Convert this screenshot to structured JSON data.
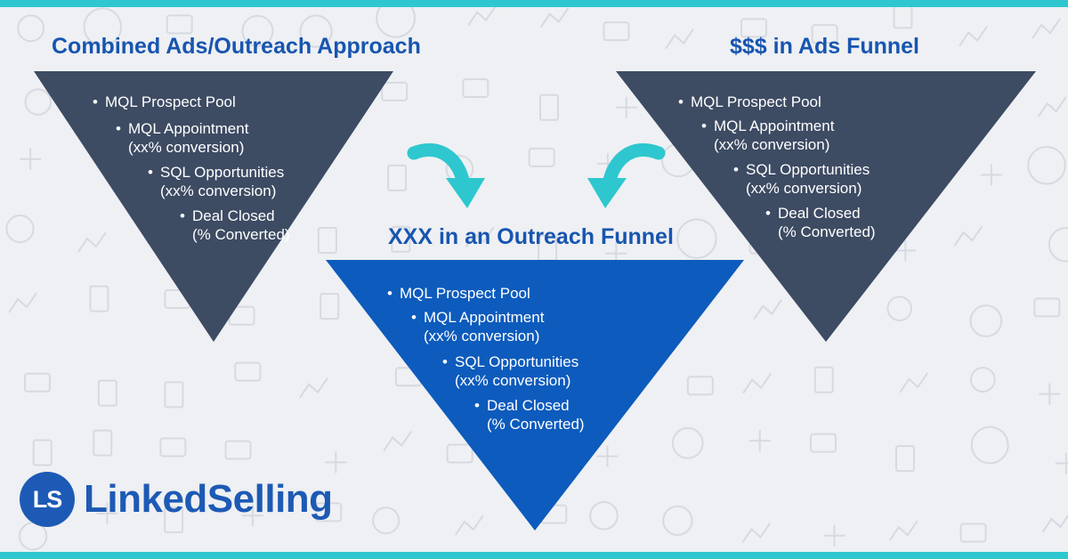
{
  "colors": {
    "background": "#eef0f3",
    "accent_teal": "#2ec7cf",
    "dark_funnel": "#3d4b63",
    "blue_funnel": "#0d5bbd",
    "title_blue": "#1755b0",
    "logo_blue": "#1d5ab5",
    "pattern": "#d6dae0"
  },
  "funnels": {
    "left": {
      "title": "Combined Ads/Outreach Approach",
      "items": [
        {
          "label": "MQL Prospect Pool",
          "sub": ""
        },
        {
          "label": "MQL Appointment",
          "sub": "(xx% conversion)"
        },
        {
          "label": "SQL Opportunities",
          "sub": "(xx% conversion)"
        },
        {
          "label": "Deal Closed",
          "sub": "(% Converted)"
        }
      ]
    },
    "right": {
      "title": "$$$ in Ads Funnel",
      "items": [
        {
          "label": "MQL Prospect Pool",
          "sub": ""
        },
        {
          "label": "MQL Appointment",
          "sub": "(xx% conversion)"
        },
        {
          "label": "SQL Opportunities",
          "sub": "(xx% conversion)"
        },
        {
          "label": "Deal Closed",
          "sub": "(% Converted)"
        }
      ]
    },
    "center": {
      "title": "XXX in an Outreach Funnel",
      "items": [
        {
          "label": "MQL Prospect Pool",
          "sub": ""
        },
        {
          "label": "MQL Appointment",
          "sub": "(xx% conversion)"
        },
        {
          "label": "SQL Opportunities",
          "sub": "(xx% conversion)"
        },
        {
          "label": "Deal Closed",
          "sub": "(% Converted)"
        }
      ]
    }
  },
  "icons": {
    "left_arrow": "curved-arrow-down-right-icon",
    "right_arrow": "curved-arrow-down-left-icon",
    "bullet": "•"
  },
  "logo": {
    "badge": "LS",
    "wordmark": "LinkedSelling"
  }
}
